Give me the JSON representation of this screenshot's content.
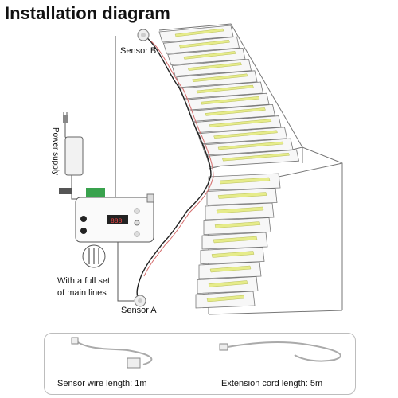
{
  "title": "Installation diagram",
  "labels": {
    "sensor_b": "Sensor B",
    "sensor_a": "Sensor A",
    "power_supply": "Power supply",
    "main_lines_1": "With a full set",
    "main_lines_2": "of main lines"
  },
  "bottom": {
    "sensor_wire": "Sensor wire length: 1m",
    "extension_cord": "Extension cord length: 5m"
  },
  "colors": {
    "led": "#e6ec8a",
    "wire_red": "#d46a6a",
    "wire_black": "#222222",
    "outline": "#777777",
    "stair_face": "#f7f7f7"
  },
  "upper_flight_steps": 12,
  "lower_flight_steps": 9,
  "icons": [
    "power-plug-icon",
    "power-supply-icon",
    "controller-icon",
    "motion-sensor-icon",
    "connector-icon"
  ]
}
